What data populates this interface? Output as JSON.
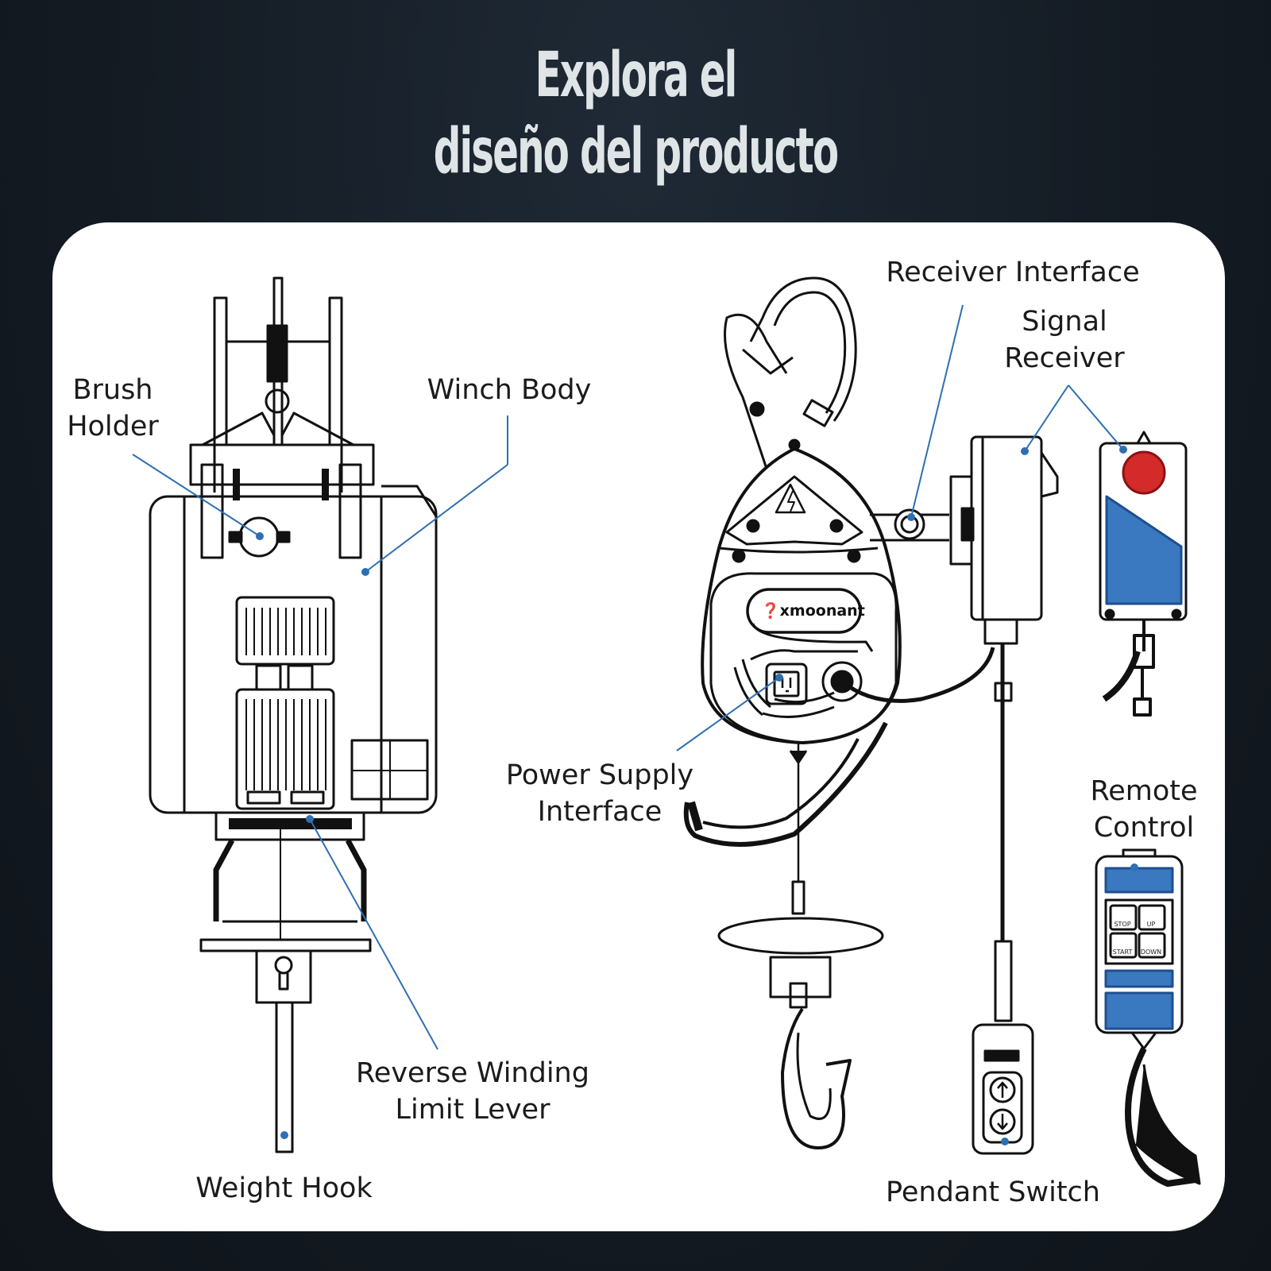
{
  "title": {
    "line1": "Explora el",
    "line2": "diseño del producto"
  },
  "labels": {
    "brush_holder": [
      "Brush",
      "Holder"
    ],
    "winch_body": "Winch Body",
    "reverse_limit": [
      "Reverse Winding",
      "Limit Lever"
    ],
    "weight_hook": "Weight Hook",
    "receiver_interface": "Receiver Interface",
    "signal_receiver": [
      "Signal",
      "Receiver"
    ],
    "power_supply": [
      "Power Supply",
      "Interface"
    ],
    "remote_control": [
      "Remote",
      "Control"
    ],
    "pendant_switch": "Pendant Switch"
  },
  "brand": "xmoonant",
  "remote_keys": [
    "STOP",
    "UP",
    "START",
    "DOWN"
  ],
  "colors": {
    "accent": "#3a78c0",
    "leader": "#2f6fb0",
    "background": "#141b23",
    "panel": "#ffffff",
    "stop_red": "#d42a2a"
  }
}
